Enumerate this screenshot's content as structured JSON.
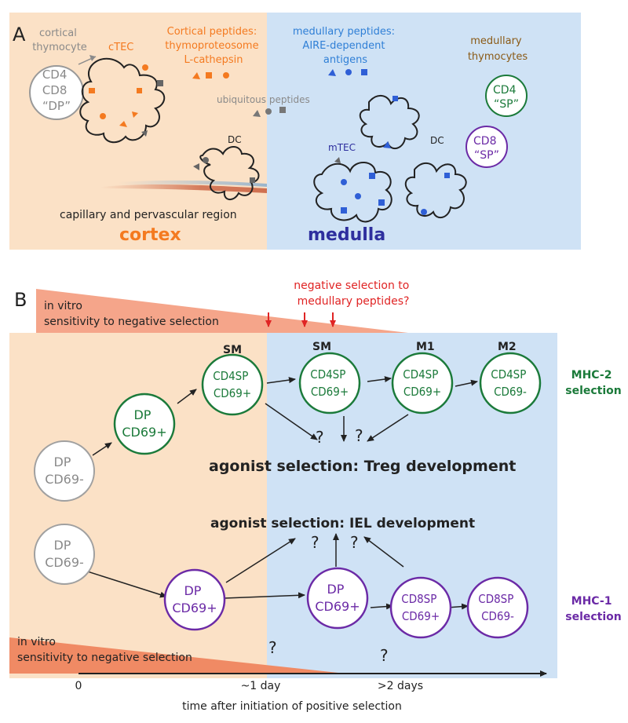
{
  "colors": {
    "cortex_bg": "#fbe1c6",
    "medulla_bg": "#cfe2f5",
    "orange": "#f47a20",
    "blue_text": "#2f7fd6",
    "navy": "#2e2f9e",
    "green": "#1b7a3a",
    "purple": "#6b2aa6",
    "grey": "#8a8a8a",
    "red": "#e02424",
    "brown": "#8a5a16"
  },
  "panel_a": {
    "letter": "A",
    "cortical_thymocyte": [
      "cortical",
      "thymocyte"
    ],
    "ctec": "cTEC",
    "dp_cell": [
      "CD4",
      "CD8",
      "“DP”"
    ],
    "cortical_peptides": [
      "Cortical peptides:",
      "thymoproteosome",
      "L-cathepsin"
    ],
    "medullary_peptides": [
      "medullary peptides:",
      "AIRE-dependent",
      "antigens"
    ],
    "medullary_thymocytes": [
      "medullary",
      "thymocytes"
    ],
    "ubiquitous": "ubiquitous peptides",
    "dc_cortex": "DC",
    "dc_medulla": "DC",
    "mtec": "mTEC",
    "cd4sp": [
      "CD4",
      "“SP”"
    ],
    "cd8sp": [
      "CD8",
      "“SP”"
    ],
    "capillary": "capillary and pervascular region",
    "cortex": "cortex",
    "medulla": "medulla"
  },
  "panel_b": {
    "letter": "B",
    "sensitivity_top": [
      "in vitro",
      "sensitivity to negative selection"
    ],
    "negative_selection": [
      "negative selection to",
      "medullary peptides?"
    ],
    "stage_labels": [
      "SM",
      "SM",
      "M1",
      "M2"
    ],
    "cells": {
      "dp_cd69neg_top": [
        "DP",
        "CD69-"
      ],
      "dp_cd69pos_green": [
        "DP",
        "CD69+"
      ],
      "cd4sp_cd69pos_1": [
        "CD4SP",
        "CD69+"
      ],
      "cd4sp_cd69pos_2": [
        "CD4SP",
        "CD69+"
      ],
      "cd4sp_cd69pos_3": [
        "CD4SP",
        "CD69+"
      ],
      "cd4sp_cd69neg": [
        "CD4SP",
        "CD69-"
      ],
      "dp_cd69neg_bottom": [
        "DP",
        "CD69-"
      ],
      "dp_cd69pos_purple_1": [
        "DP",
        "CD69+"
      ],
      "dp_cd69pos_purple_2": [
        "DP",
        "CD69+"
      ],
      "cd8sp_cd69pos": [
        "CD8SP",
        "CD69+"
      ],
      "cd8sp_cd69neg": [
        "CD8SP",
        "CD69-"
      ]
    },
    "mhc2": [
      "MHC-2",
      "selection"
    ],
    "mhc1": [
      "MHC-1",
      "selection"
    ],
    "treg": "agonist selection: Treg development",
    "iel": "agonist selection: IEL development",
    "question": "?",
    "sensitivity_bottom": [
      "in vitro",
      "sensitivity to negative selection"
    ],
    "axis_ticks": [
      "0",
      "~1 day",
      ">2 days"
    ],
    "axis_title": "time after initiation of positive selection"
  }
}
